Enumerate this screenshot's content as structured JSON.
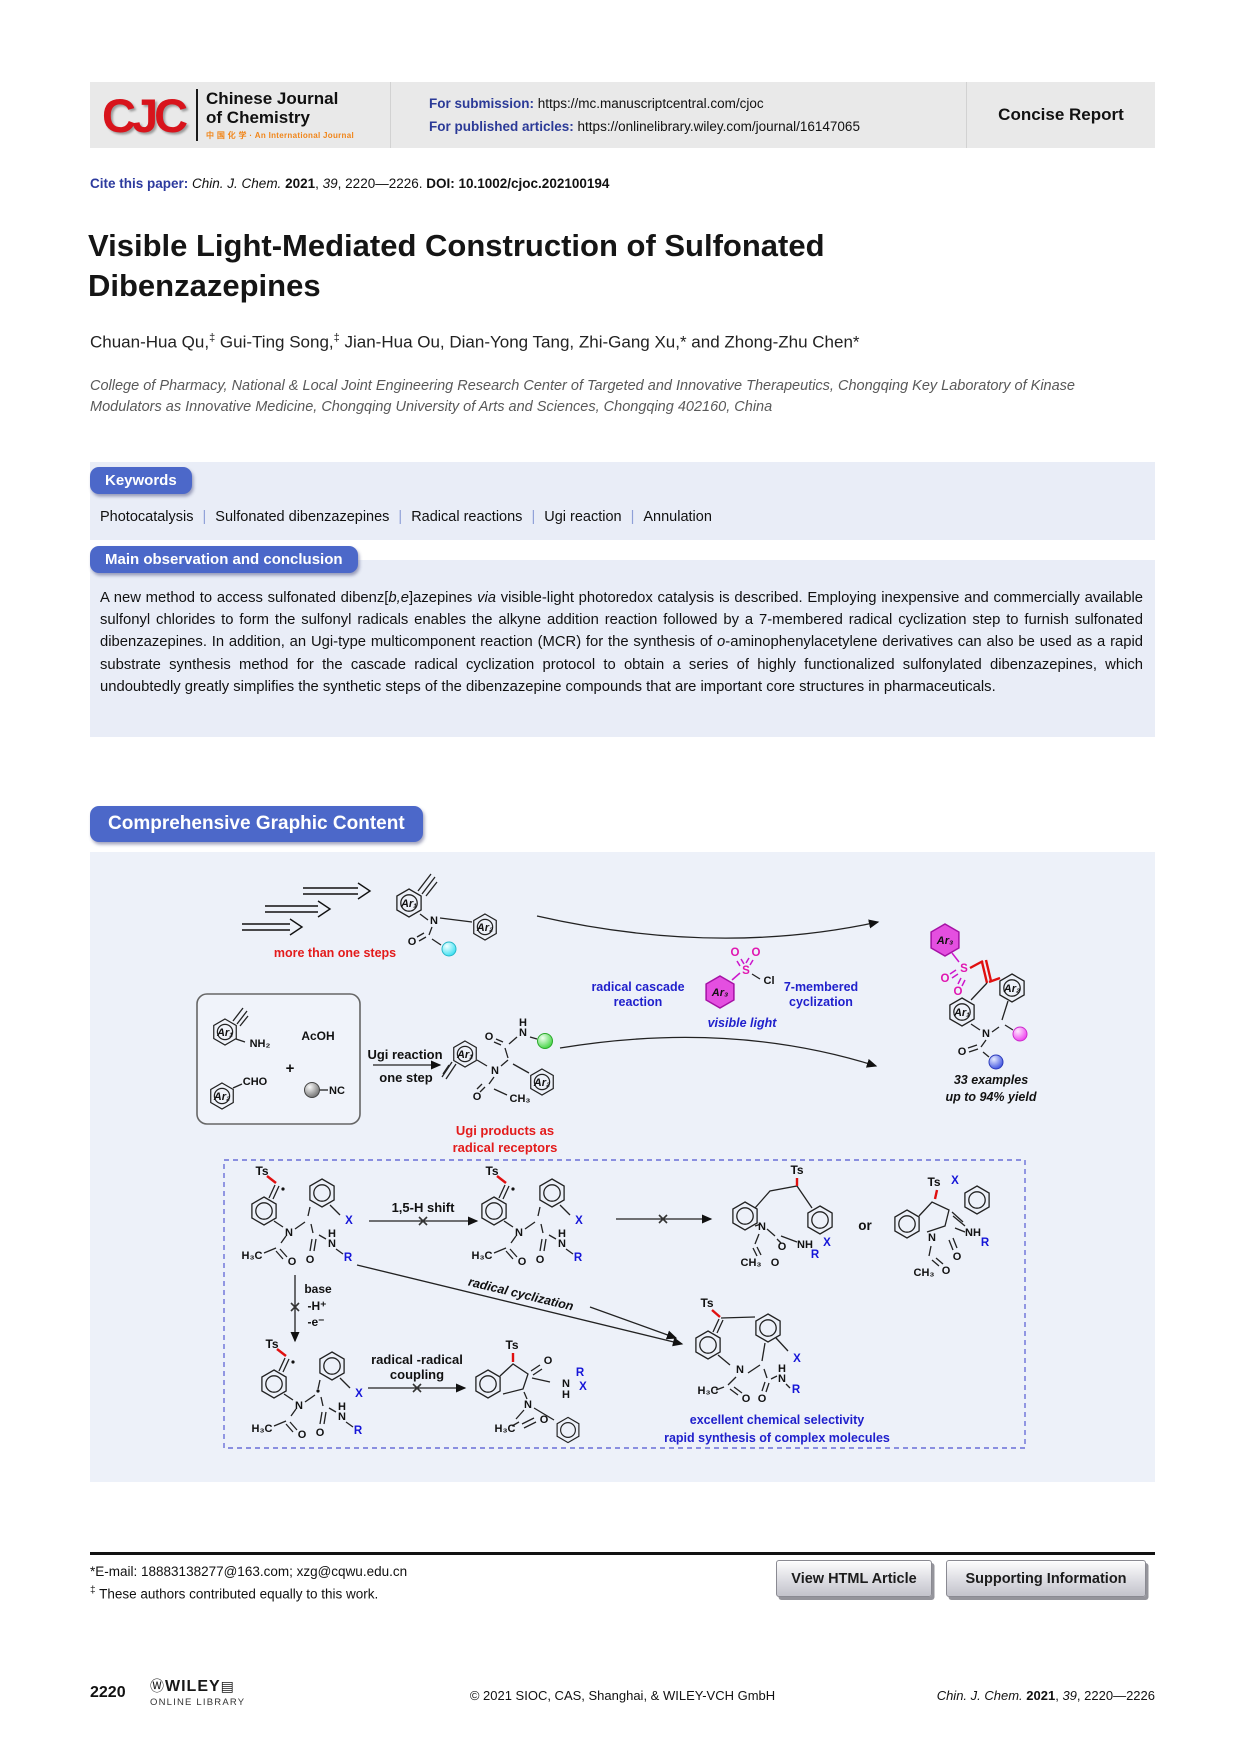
{
  "header": {
    "logo_cjc": "CJC",
    "logo_line1": "Chinese Journal",
    "logo_line2": "of Chemistry",
    "logo_sub": "中 国 化 学 · An International Journal",
    "submission_label": "For submission:",
    "submission_url": "https://mc.manuscriptcentral.com/cjoc",
    "published_label": "For published articles:",
    "published_url": "https://onlinelibrary.wiley.com/journal/16147065",
    "report_type": "Concise Report"
  },
  "citation": {
    "label": "Cite this paper:",
    "journal": "Chin. J. Chem.",
    "year": "2021",
    "c1": ", ",
    "vol": "39",
    "c2": ", 2220—2226. ",
    "doi": "DOI: 10.1002/cjoc.202100194"
  },
  "title": "Visible Light-Mediated Construction of Sulfonated Dibenzazepines",
  "authors": {
    "a1": "Chuan-Hua Qu,",
    "m1": "‡",
    "a2": " Gui-Ting Song,",
    "m2": "‡",
    "a3": " Jian-Hua Ou, Dian-Yong Tang, Zhi-Gang Xu,* and Zhong-Zhu Chen*"
  },
  "affiliation": "College of Pharmacy, National & Local Joint Engineering Research Center of Targeted and Innovative Therapeutics, Chongqing Key Laboratory of Kinase Modulators as Innovative Medicine, Chongqing University of Arts and Sciences, Chongqing 402160, China",
  "keywords": {
    "badge": "Keywords",
    "separator": "|",
    "items": [
      "Photocatalysis",
      "Sulfonated dibenzazepines",
      "Radical reactions",
      "Ugi reaction",
      "Annulation"
    ]
  },
  "abstract": {
    "badge": "Main observation and conclusion",
    "p1": "A new method to access sulfonated dibenz[",
    "i1": "b,e",
    "p2": "]azepines ",
    "i2": "via",
    "p3": " visible-light photoredox catalysis is described. Employing inexpensive and commercially available sulfonyl chlorides to form the sulfonyl radicals enables the alkyne addition reaction followed by a 7-membered radical cyclization step to furnish sulfonated dibenzazepines. In addition, an Ugi-type multicomponent reaction (MCR) for the synthesis of ",
    "i3": "o",
    "p4": "-aminophenylacetylene derivatives can also be used as a rapid substrate synthesis method for the cascade radical cyclization protocol to obtain a series of highly functionalized sulfonylated dibenzazepines, which undoubtedly greatly simplifies the synthetic steps of the dibenzazepine compounds that are important core structures in pharmaceuticals."
  },
  "graphic": {
    "badge": "Comprehensive Graphic Content",
    "steps": "more than one steps",
    "cascade1": "radical cascade",
    "cascade2": "reaction",
    "seven1": "7-membered",
    "seven2": "cyclization",
    "light": "visible light",
    "ugi1": "Ugi reaction",
    "ugi2": "one step",
    "acoh": "AcOH",
    "plus": "+",
    "recept1": "Ugi products as",
    "recept2": "radical receptors",
    "ex1": "33 examples",
    "ex2": "up to 94% yield",
    "shift": "1,5-H shift",
    "radcyc": "radical cyclization",
    "base1": "base",
    "base2": "-H⁺",
    "base3": "-e⁻",
    "coup1": "radical -radical",
    "coup2": "coupling",
    "or": "or",
    "sel1": "excellent chemical selectivity",
    "sel2": "rapid synthesis of complex molecules",
    "ar1": "Ar₁",
    "ar2": "Ar₂",
    "ar3": "Ar₃",
    "nh2": "NH₂",
    "cho": "CHO",
    "nc": "NC",
    "n": "N",
    "o": "O",
    "s": "S",
    "cl": "Cl",
    "h": "H",
    "ch3": "CH₃",
    "h3c": "H₃C",
    "nh": "NH",
    "ts": "Ts",
    "x": "X",
    "r": "R"
  },
  "footnotes": {
    "star": "*",
    "email": "E-mail: 18883138277@163.com; xzg@cqwu.edu.cn",
    "dagger": "‡",
    "contrib": "These authors contributed equally to this work."
  },
  "actions": {
    "view_html": "View HTML Article",
    "supporting": "Supporting Information"
  },
  "footer": {
    "page": "2220",
    "wiley_circle": "Ⓦ",
    "wiley1": "WILEY",
    "wiley_book": "▤",
    "wiley2": "ONLINE LIBRARY",
    "copyright": "© 2021 SIOC, CAS, Shanghai, & WILEY-VCH GmbH",
    "journal": "Chin. J. Chem.",
    "year": "2021",
    "f1": ", ",
    "vol": "39",
    "f2": ", 2220—2226"
  }
}
